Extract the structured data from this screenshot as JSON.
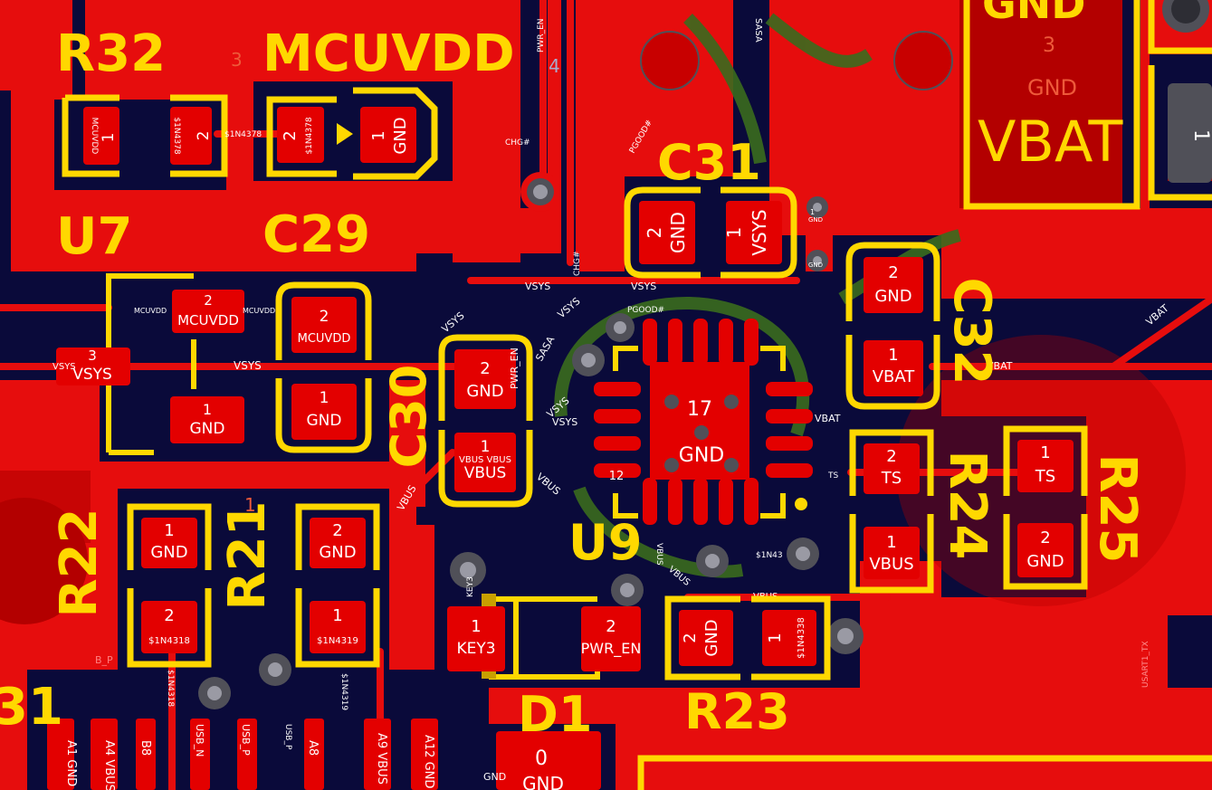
{
  "colors": {
    "copper": "#e60d0d",
    "copper_dark": "#b30000",
    "substrate": "#0a0a3a",
    "silk": "#ffd800",
    "pad": "#e30000",
    "via": "#505058",
    "green": "#3a6b1e"
  },
  "refdes": {
    "r32": "R32",
    "mcuvdd": "MCUVDD",
    "u7": "U7",
    "c29": "C29",
    "c31": "C31",
    "c32": "C32",
    "c30": "C30",
    "r22": "R22",
    "r21": "R21",
    "u9": "U9",
    "r24": "R24",
    "r25": "R25",
    "r23": "R23",
    "d1": "D1",
    "vbat": "VBAT",
    "gnd_top": "GND",
    "b1": "31"
  },
  "pads": {
    "r32_1": {
      "num": "1",
      "net": "MCUVDD"
    },
    "r32_2": {
      "num": "2",
      "net": "$1N4378"
    },
    "mcu_2": {
      "num": "2",
      "net": "$1N4378"
    },
    "mcu_1": {
      "num": "1",
      "net": "GND"
    },
    "c31_2": {
      "num": "2",
      "net": "GND"
    },
    "c31_1": {
      "num": "1",
      "net": "VSYS"
    },
    "u7_2": {
      "num": "2",
      "net": "MCUVDD"
    },
    "u7_3": {
      "num": "3",
      "net": "VSYS"
    },
    "u7_1": {
      "num": "1",
      "net": "GND"
    },
    "c29_2": {
      "num": "2",
      "net": "MCUVDD"
    },
    "c29_1": {
      "num": "1",
      "net": "GND"
    },
    "c30_2": {
      "num": "2",
      "net": "GND"
    },
    "c30_1": {
      "num": "1",
      "net": "VBUS",
      "net2": "VBUS VBUS"
    },
    "c32_2": {
      "num": "2",
      "net": "GND"
    },
    "c32_1": {
      "num": "1",
      "net": "VBAT"
    },
    "u9_17": {
      "num": "17",
      "net": "GND"
    },
    "u9_12": {
      "num": "12"
    },
    "r24_2": {
      "num": "2",
      "net": "TS"
    },
    "r24_1": {
      "num": "1",
      "net": "VBUS"
    },
    "r25_1": {
      "num": "1",
      "net": "TS"
    },
    "r25_2": {
      "num": "2",
      "net": "GND"
    },
    "r22_1": {
      "num": "1",
      "net": "GND"
    },
    "r22_2": {
      "num": "2",
      "net": "$1N4318"
    },
    "r21_2": {
      "num": "2",
      "net": "GND"
    },
    "r21_1": {
      "num": "1",
      "net": "$1N4319"
    },
    "d1_1": {
      "num": "1",
      "net": "KEY3"
    },
    "d1_2": {
      "num": "2",
      "net": "PWR_EN"
    },
    "r23_2": {
      "num": "2",
      "net": "GND"
    },
    "r23_1": {
      "num": "1",
      "net": "$1N4338"
    },
    "bot_0": {
      "num": "0",
      "net": "GND"
    },
    "vbat_3": {
      "num": "3",
      "net": "GND"
    },
    "vbat_1": {
      "num": "1"
    }
  },
  "nets": {
    "vsys": "VSYS",
    "vbus": "VBUS",
    "vbat": "VBAT",
    "pgood": "PGOOD#",
    "chg": "CHG#",
    "pwr_en": "PWR_EN",
    "gnd": "GND",
    "sasa": "SASA",
    "ts": "TS",
    "key3": "KEY3",
    "usb_n": "USB_N",
    "usb_p": "USB_P",
    "usart": "USART1_TX",
    "n4378": "$1N4378",
    "n4318": "$1N4318",
    "n4319": "$1N4319",
    "n43": "$1N43",
    "b_p": "B_P",
    "mcuvdd": "MCUVDD"
  },
  "connector": {
    "pins": [
      "A1 GND",
      "A4 VBUS",
      "B8",
      "USB_N",
      "USB_P",
      "A8",
      "A9 VBUS",
      "A12 GND"
    ]
  },
  "misc": {
    "three": "3",
    "four": "4",
    "one": "1"
  }
}
